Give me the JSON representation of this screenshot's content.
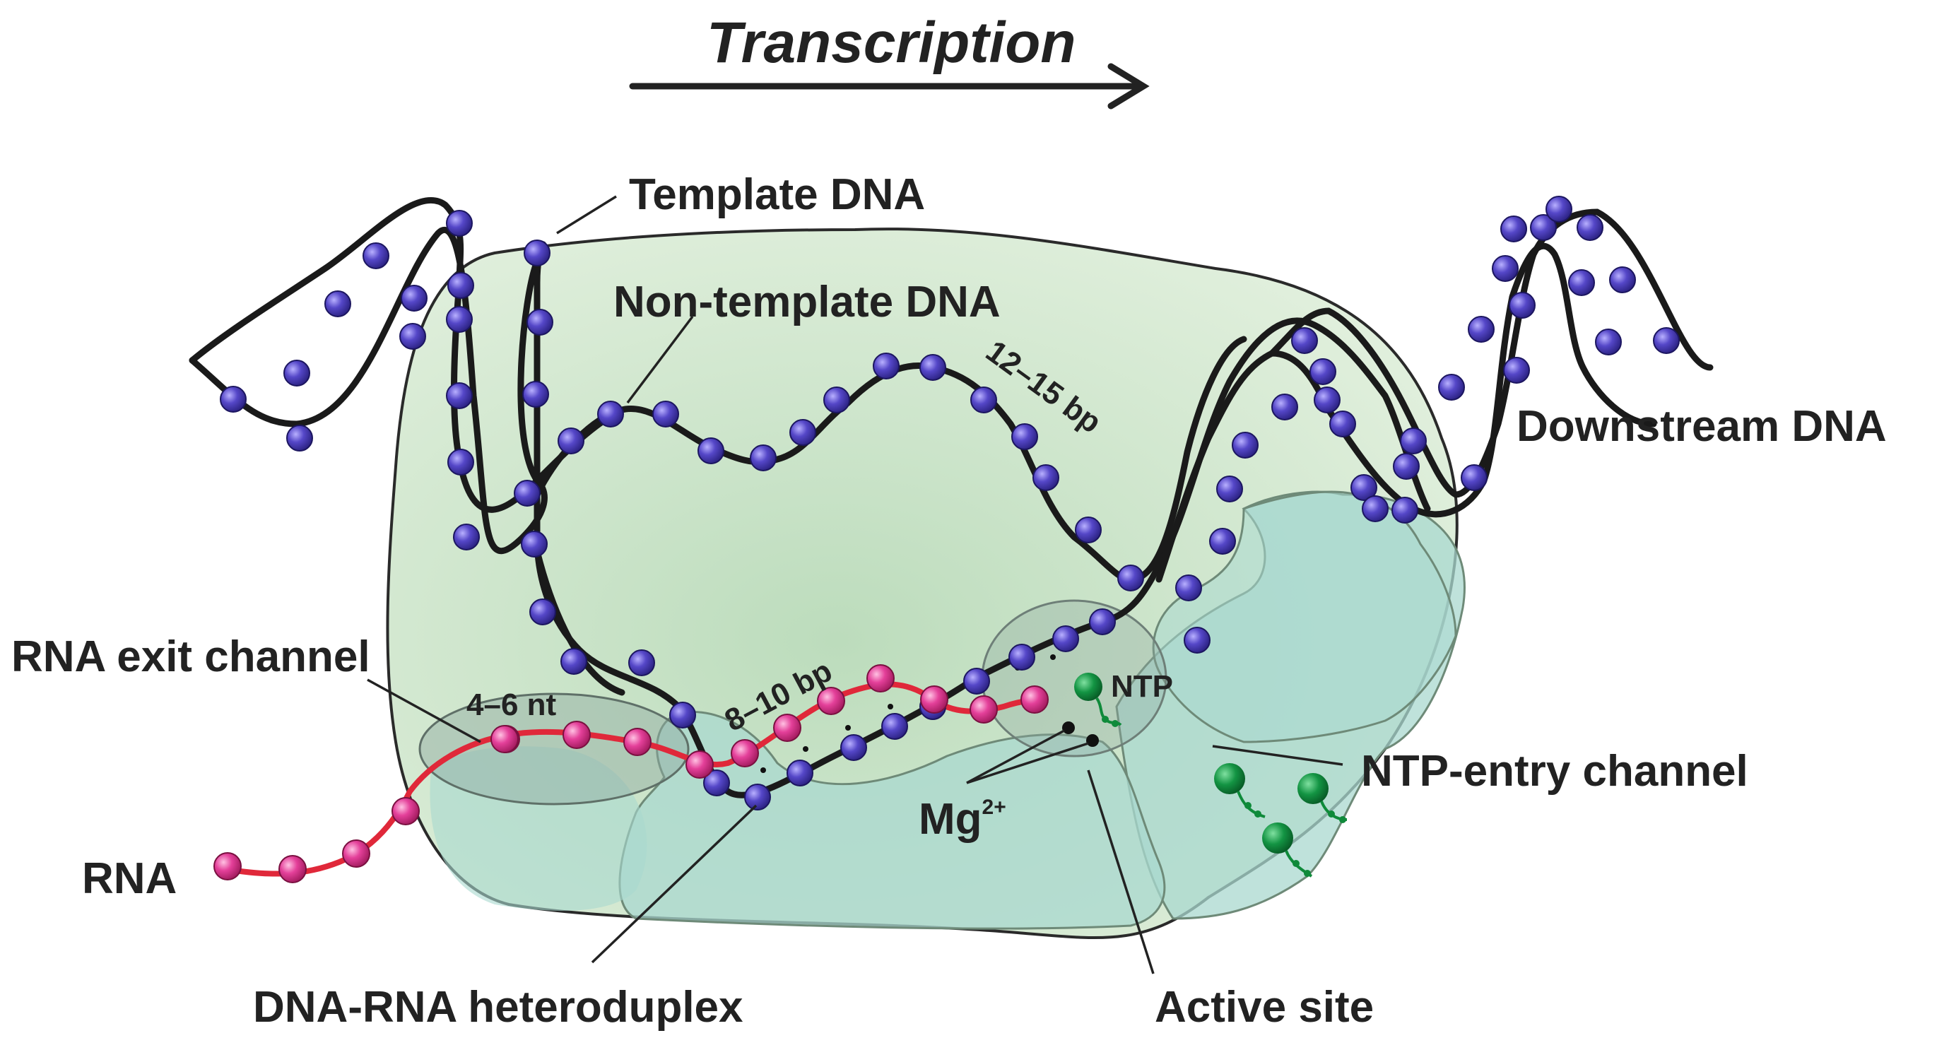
{
  "title": "Transcription",
  "labels": {
    "template_dna": "Template DNA",
    "non_template_dna": "Non-template DNA",
    "downstream_dna": "Downstream DNA",
    "rna_exit_channel": "RNA exit channel",
    "rna": "RNA",
    "dna_rna_heteroduplex": "DNA-RNA heteroduplex",
    "active_site": "Active site",
    "ntp_entry_channel": "NTP-entry channel",
    "mg": "Mg",
    "mg_charge": "2+",
    "ntp": "NTP",
    "bp_12_15": "12–15 bp",
    "bp_8_10": "8–10 bp",
    "nt_4_6": "4–6 nt"
  },
  "colors": {
    "dna_bead": "#4a3fb5",
    "rna_bead": "#e0358f",
    "rna_strand": "#e0283a",
    "enzyme_body": "#cfe6cf",
    "channel": "#a8d8cf",
    "ntp": "#0f8a3a"
  }
}
